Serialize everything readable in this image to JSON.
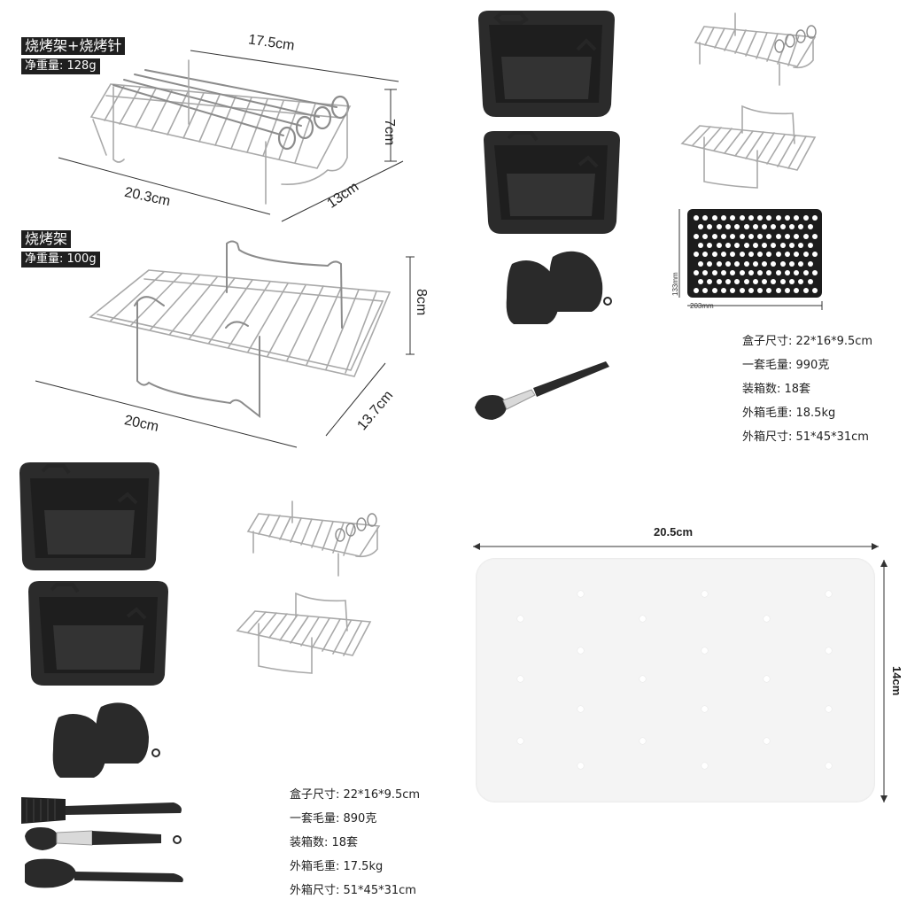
{
  "colors": {
    "silicone": "#262626",
    "rack": "#a9a9a9",
    "paper": "#f4f4f4",
    "label_bg": "#1f1f1f"
  },
  "skewer_rack": {
    "title": "烧烤架+烧烤针",
    "weight": "净重量: 128g",
    "dims": {
      "length": "17.5cm",
      "height": "7cm",
      "width_front": "20.3cm",
      "depth": "13cm"
    }
  },
  "grill_rack": {
    "title": "烧烤架",
    "weight": "净重量: 100g",
    "dims": {
      "height": "8cm",
      "width_front": "20cm",
      "depth": "13.7cm"
    }
  },
  "mat": {
    "height": "133mm",
    "width": "203mm"
  },
  "paper": {
    "width": "20.5cm",
    "height": "14cm"
  },
  "spec_set_a": {
    "box_size": "盒子尺寸: 22*16*9.5cm",
    "set_weight": "一套毛量: 990克",
    "qty_per_carton": "装箱数: 18套",
    "carton_weight": "外箱毛重: 18.5kg",
    "carton_size": "外箱尺寸: 51*45*31cm"
  },
  "spec_set_b": {
    "box_size": "盒子尺寸: 22*16*9.5cm",
    "set_weight": "一套毛量: 890克",
    "qty_per_carton": "装箱数: 18套",
    "carton_weight": "外箱毛重: 17.5kg",
    "carton_size": "外箱尺寸: 51*45*31cm"
  }
}
